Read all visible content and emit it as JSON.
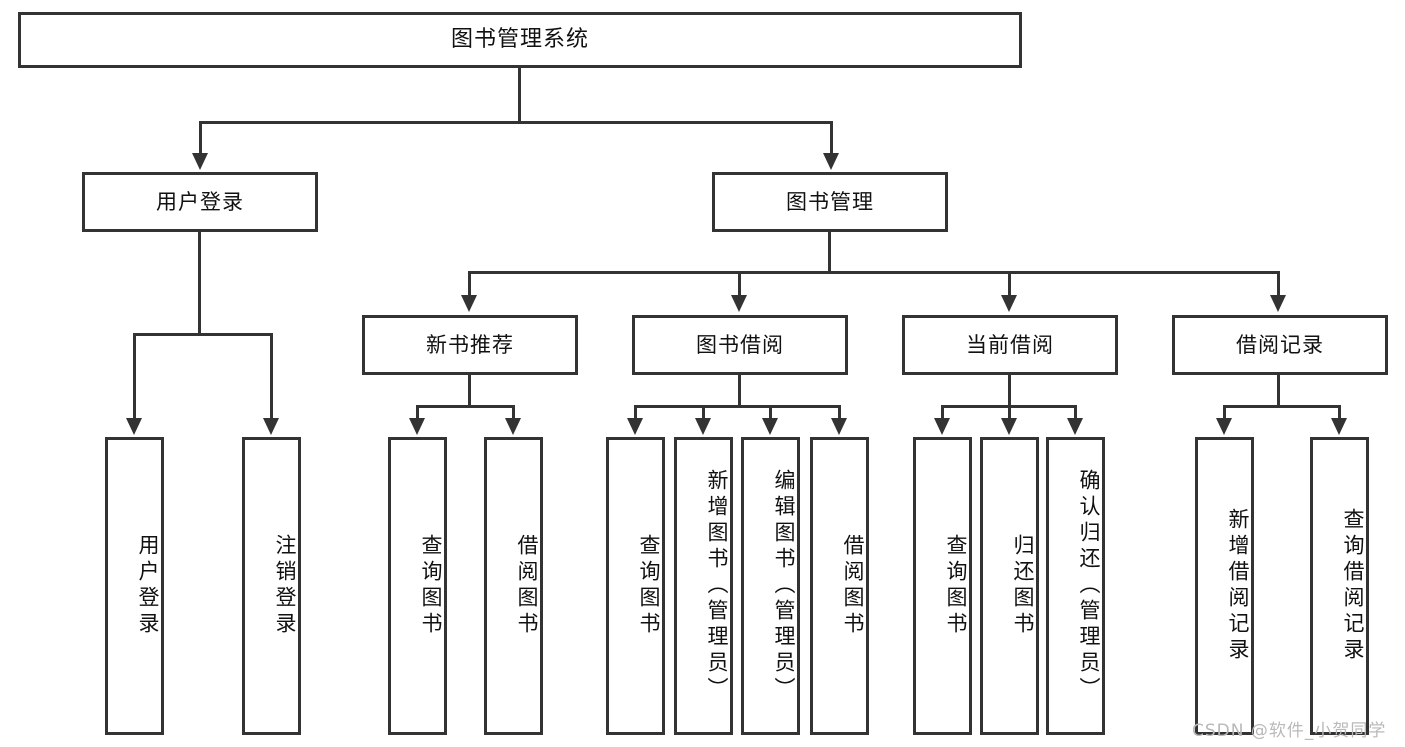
{
  "diagram": {
    "type": "tree",
    "title": "图书管理系统",
    "root": {
      "label": "图书管理系统"
    },
    "level2": [
      {
        "label": "用户登录"
      },
      {
        "label": "图书管理"
      }
    ],
    "level3": [
      {
        "label": "新书推荐"
      },
      {
        "label": "图书借阅"
      },
      {
        "label": "当前借阅"
      },
      {
        "label": "借阅记录"
      }
    ],
    "leaves": {
      "user_login": [
        {
          "label": "用户登录"
        },
        {
          "label": "注销登录"
        }
      ],
      "new_book_recommend": [
        {
          "label": "查询图书"
        },
        {
          "label": "借阅图书"
        }
      ],
      "book_borrow": [
        {
          "label": "查询图书"
        },
        {
          "label": "新增图书（管理员）"
        },
        {
          "label": "编辑图书（管理员）"
        },
        {
          "label": "借阅图书"
        }
      ],
      "current_borrow": [
        {
          "label": "查询图书"
        },
        {
          "label": "归还图书"
        },
        {
          "label": "确认归还（管理员）"
        }
      ],
      "borrow_record": [
        {
          "label": "新增借阅记录"
        },
        {
          "label": "查询借阅记录"
        }
      ]
    }
  },
  "watermark": {
    "text": "CSDN @软件_小贺同学"
  },
  "colors": {
    "border": "#333333",
    "background": "#ffffff",
    "text": "#111111",
    "watermark": "#b9b9b9"
  }
}
